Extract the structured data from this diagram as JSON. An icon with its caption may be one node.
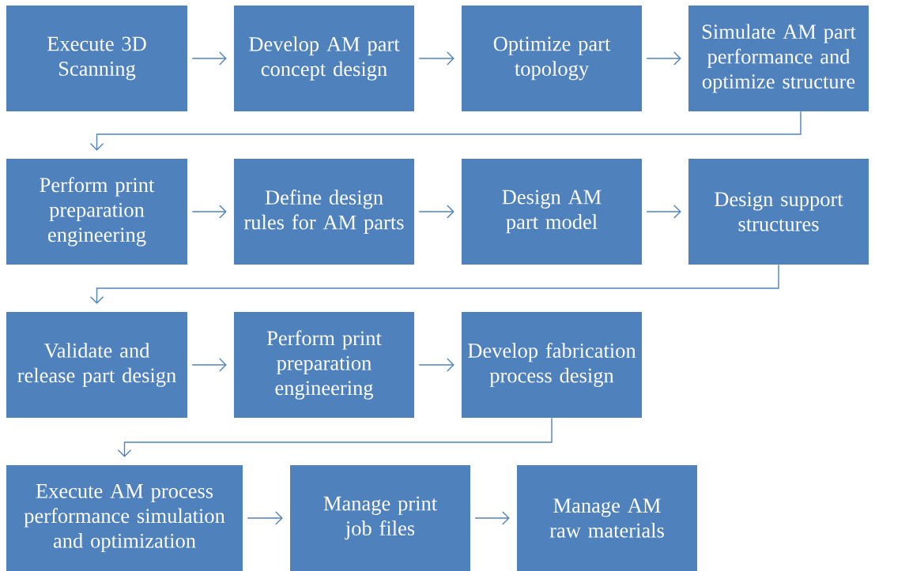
{
  "diagram": {
    "nodes": [
      {
        "text": [
          "Execute 3D Scanning"
        ]
      },
      {
        "text": [
          "Develop AM part concept design"
        ]
      },
      {
        "text": [
          "Optimize part topology"
        ]
      },
      {
        "text": [
          "Simulate AM part performance and optimize structure"
        ]
      },
      {
        "text": [
          "Perform print preparation engineering"
        ]
      },
      {
        "text": [
          "Define design rules for AM parts"
        ]
      },
      {
        "text": [
          "Design AM part model"
        ]
      },
      {
        "text": [
          "Design support structures"
        ]
      },
      {
        "text": [
          "Validate and release part design"
        ]
      },
      {
        "text": [
          "Perform print preparation engineering"
        ]
      },
      {
        "text": [
          "Develop fabrication process design"
        ]
      },
      {
        "text": [
          "Execute AM process performance simulation and optimization"
        ]
      },
      {
        "text": [
          "Manage print job files"
        ]
      },
      {
        "text": [
          "Manage AM raw materials"
        ]
      }
    ],
    "edges": [
      {
        "from": 0,
        "to": 1,
        "arrow": "to"
      },
      {
        "from": 1,
        "to": 2,
        "arrow": "to"
      },
      {
        "from": 2,
        "to": 3,
        "arrow": "to"
      },
      {
        "from": 3,
        "to": 4,
        "arrow": "to"
      },
      {
        "from": 4,
        "to": 5,
        "arrow": "to"
      },
      {
        "from": 5,
        "to": 6,
        "arrow": "to"
      },
      {
        "from": 6,
        "to": 7,
        "arrow": "to"
      },
      {
        "from": 7,
        "to": 8,
        "arrow": "to"
      },
      {
        "from": 8,
        "to": 9,
        "arrow": "to"
      },
      {
        "from": 9,
        "to": 10,
        "arrow": "to"
      },
      {
        "from": 10,
        "to": 11,
        "arrow": "to"
      },
      {
        "from": 11,
        "to": 12,
        "arrow": "to"
      },
      {
        "from": 12,
        "to": 13,
        "arrow": "to"
      }
    ]
  }
}
